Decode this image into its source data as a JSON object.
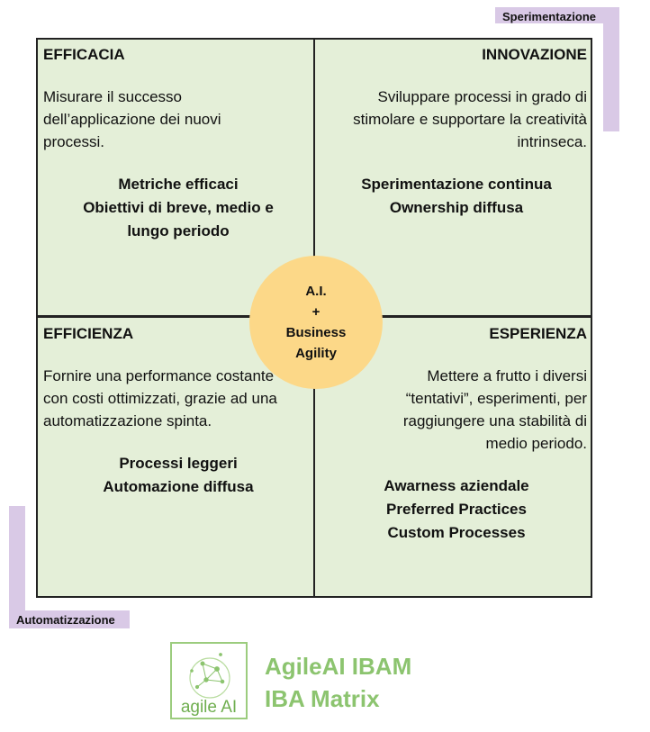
{
  "corner_tags": {
    "top_right": "Sperimentazione",
    "bottom_left": "Automatizzazione"
  },
  "quadrants": {
    "top_left": {
      "title": "EFFICACIA",
      "description": "Misurare il successo dell’applicazione dei nuovi processi.",
      "items": [
        "Metriche efficaci",
        "Obiettivi di breve, medio e",
        "lungo periodo"
      ]
    },
    "top_right": {
      "title": "INNOVAZIONE",
      "description": "Sviluppare processi in grado di stimolare e supportare la creatività intrinseca.",
      "items": [
        "Sperimentazione continua",
        "Ownership diffusa"
      ]
    },
    "bottom_left": {
      "title": "EFFICIENZA",
      "description": "Fornire una performance costante con costi ottimizzati, grazie ad una automatizzazione spinta.",
      "items": [
        "Processi leggeri",
        "Automazione diffusa"
      ]
    },
    "bottom_right": {
      "title": "ESPERIENZA",
      "description": "Mettere a frutto i diversi “tentativi”, esperimenti, per raggiungere una stabilità di medio periodo.",
      "items": [
        "Awarness aziendale",
        "Preferred Practices",
        "Custom Processes"
      ]
    }
  },
  "center": {
    "line1": "A.I.",
    "line2": "+",
    "line3": "Business",
    "line4": "Agility"
  },
  "logo": {
    "mark_text": "agile AI",
    "title_line1": "AgileAI IBAM",
    "title_line2": "IBA Matrix"
  },
  "colors": {
    "quadrant_fill": "#e4efd8",
    "center_fill": "#fcd888",
    "bracket": "#d9c9e6",
    "logo_green": "#8cc46f"
  }
}
